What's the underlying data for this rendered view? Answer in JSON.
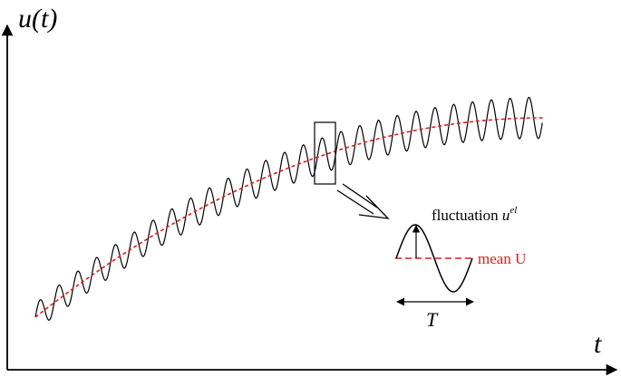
{
  "axes": {
    "y_label": "u(t)",
    "x_label": "t"
  },
  "inset": {
    "fluctuation_text": "fluctuation ",
    "fluctuation_symbol": "u",
    "fluctuation_superscript": "el",
    "mean_label": "mean U",
    "period_label": "T"
  },
  "colors": {
    "axis": "#000000",
    "signal": "#000000",
    "mean": "#e11d1d"
  },
  "signal": {
    "oscillation_count": 27,
    "description_free": true
  }
}
